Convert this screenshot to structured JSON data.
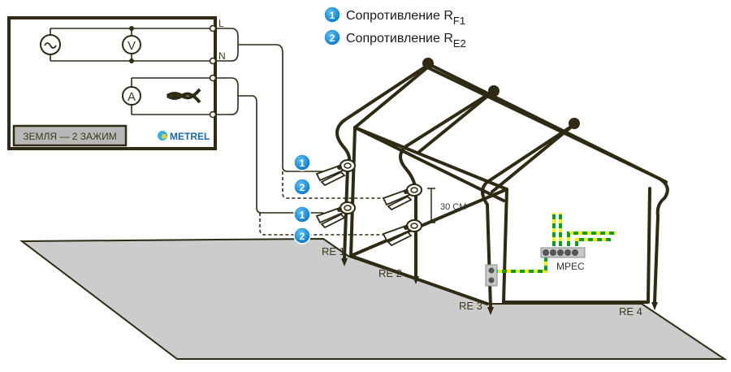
{
  "instrument": {
    "mode_label": "ЗЕМЛЯ — 2 ЗАЖИМ",
    "brand": "METREL",
    "terminal_L": "L",
    "terminal_N": "N",
    "voltmeter_symbol": "V",
    "ammeter_symbol": "A",
    "source_symbol": "~"
  },
  "legend": [
    {
      "number": "1",
      "text": "Сопротивление R",
      "subscript": "F1"
    },
    {
      "number": "2",
      "text": "Сопротивление R",
      "subscript": "E2"
    }
  ],
  "badges": [
    "1",
    "2",
    "1",
    "2"
  ],
  "dimension_label": "30 CM",
  "busbar_label": "MPEC",
  "electrodes": [
    "RE 1",
    "RE 2",
    "RE 3",
    "RE 4"
  ],
  "colors": {
    "line": "#2e2a14",
    "ground": "#cccccc",
    "badge_blue": "#1a8fd8",
    "pe_green": "#119a2a",
    "pe_yellow": "#f2ef1a",
    "mode_box": "#b8b8b8"
  }
}
